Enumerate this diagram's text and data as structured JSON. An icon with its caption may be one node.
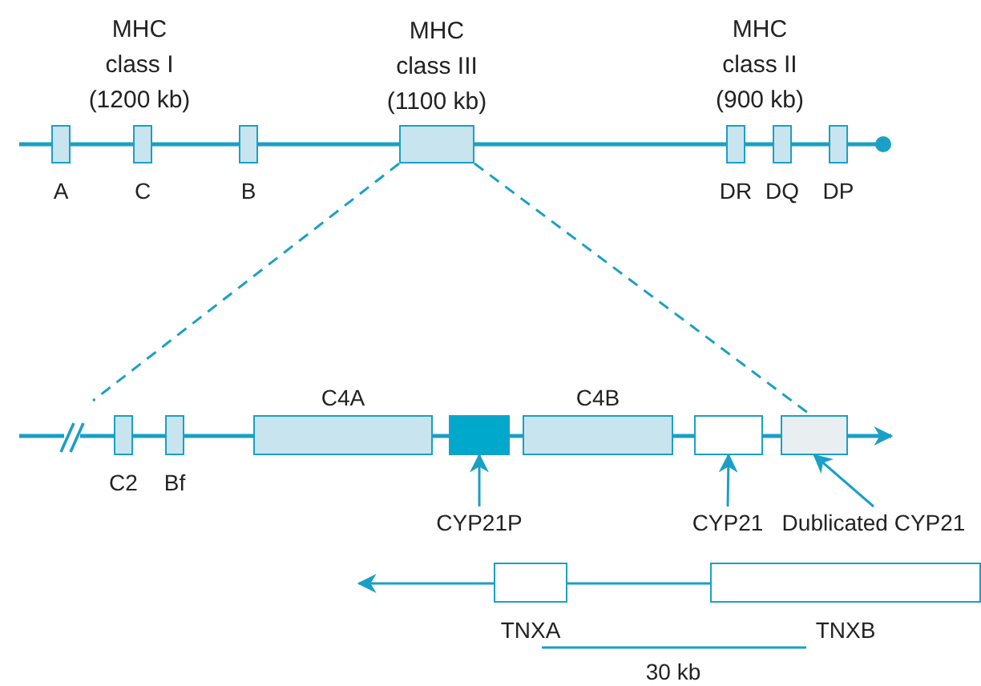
{
  "diagram": {
    "nodes": [
      {
        "text": [
          "A"
        ]
      },
      {
        "text": [
          "C"
        ]
      },
      {
        "text": [
          "B"
        ]
      },
      {
        "text": [
          "MHC class III (1100 kb)"
        ]
      },
      {
        "text": [
          "DR"
        ]
      },
      {
        "text": [
          "DQ"
        ]
      },
      {
        "text": [
          "DP"
        ]
      },
      {
        "text": [
          "C2"
        ]
      },
      {
        "text": [
          "Bf"
        ]
      },
      {
        "text": [
          "C4A"
        ]
      },
      {
        "text": [],
        "shape": "box"
      },
      {
        "text": [
          "C4B"
        ]
      },
      {
        "text": [],
        "shape": "box"
      },
      {
        "text": [],
        "shape": "box"
      },
      {
        "text": [
          "CYP21P"
        ]
      },
      {
        "text": [
          "CYP21"
        ]
      },
      {
        "text": [
          "Dublicated CYP21"
        ]
      },
      {
        "text": [
          "TNXA"
        ]
      },
      {
        "text": [
          "TNXB"
        ]
      }
    ],
    "edges": [
      {
        "from": 3,
        "to": null,
        "arrow": "none",
        "style": "dashed"
      },
      {
        "from": 3,
        "to": 13,
        "arrow": "none",
        "style": "dashed"
      },
      {
        "from": 14,
        "to": 10,
        "arrow": "to"
      },
      {
        "from": 15,
        "to": 12,
        "arrow": "to"
      },
      {
        "from": 16,
        "to": 13,
        "arrow": "to"
      }
    ],
    "labels": [
      "MHC class I (1200 kb)",
      "MHC class II (900 kb)",
      "30 kb"
    ]
  }
}
